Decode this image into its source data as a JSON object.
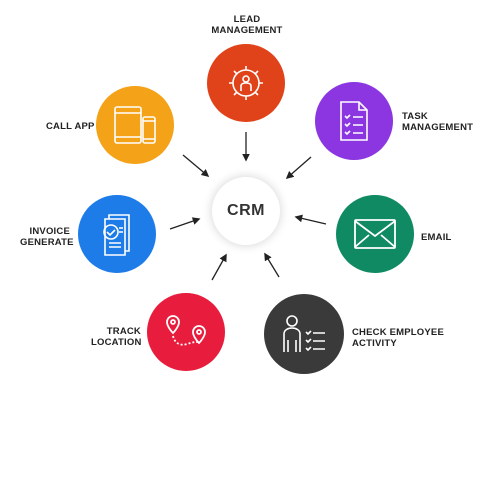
{
  "center": {
    "label": "CRM"
  },
  "modules": [
    {
      "id": "lead",
      "lines": [
        "LEAD",
        "MANAGEMENT"
      ],
      "color": "#E0431A",
      "icon": "gear-person-icon"
    },
    {
      "id": "task",
      "lines": [
        "TASK",
        "MANAGEMENT"
      ],
      "color": "#8B36E0",
      "icon": "checklist-icon"
    },
    {
      "id": "email",
      "lines": [
        "EMAIL"
      ],
      "color": "#0F8A62",
      "icon": "envelope-icon"
    },
    {
      "id": "employee",
      "lines": [
        "CHECK EMPLOYEE",
        "ACTIVITY"
      ],
      "color": "#3A3A3A",
      "icon": "employee-checklist-icon"
    },
    {
      "id": "location",
      "lines": [
        "TRACK",
        "LOCATION"
      ],
      "color": "#E81C3C",
      "icon": "location-route-icon"
    },
    {
      "id": "invoice",
      "lines": [
        "INVOICE",
        "GENERATE"
      ],
      "color": "#1E7CE8",
      "icon": "invoice-check-icon"
    },
    {
      "id": "callapp",
      "lines": [
        "CALL APP"
      ],
      "color": "#F4A218",
      "icon": "tablet-phone-icon"
    }
  ]
}
